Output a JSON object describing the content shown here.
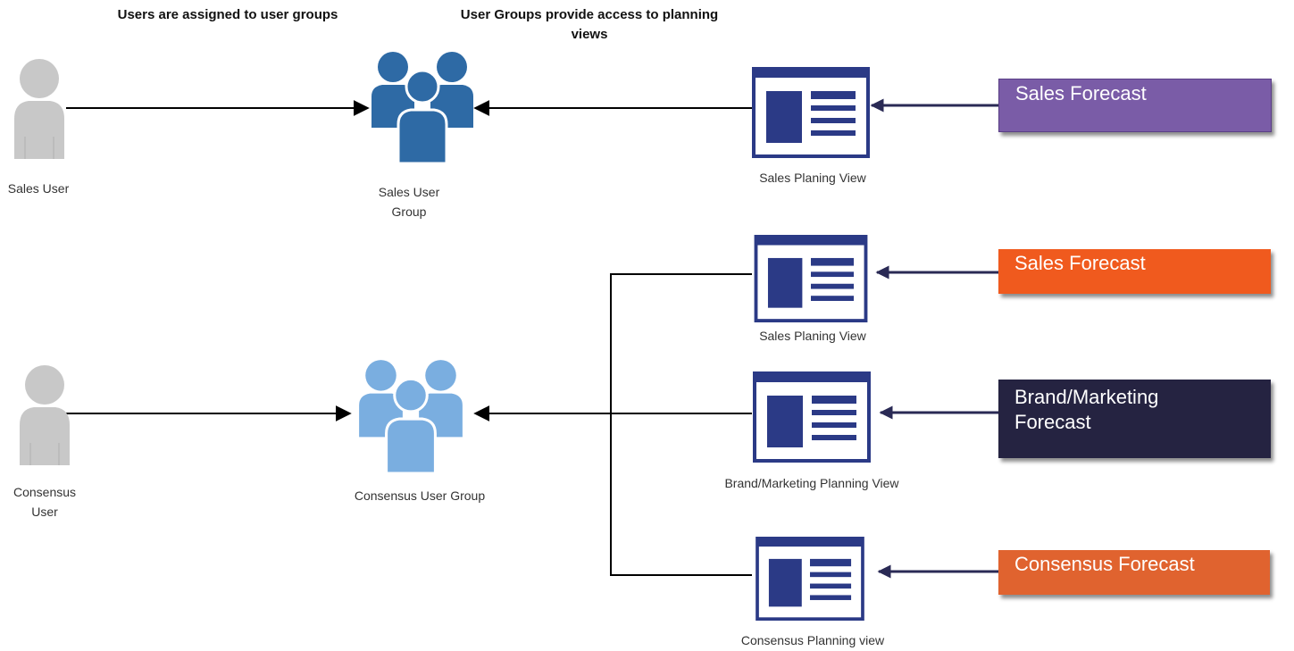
{
  "headings": {
    "left": "Users are assigned to user groups",
    "right": "User Groups provide access to planning views"
  },
  "users": [
    {
      "label": "Sales User",
      "icon": "person-icon"
    },
    {
      "label": "Consensus User",
      "icon": "person-icon"
    }
  ],
  "groups": [
    {
      "label": "Sales User Group",
      "icon": "user-group-icon",
      "color": "#2e6aa5"
    },
    {
      "label": "Consensus User Group",
      "icon": "user-group-icon",
      "color": "#7aaee0"
    }
  ],
  "views": [
    {
      "label": "Sales Planing View",
      "icon": "planning-view-icon"
    },
    {
      "label": "Sales Planing View",
      "icon": "planning-view-icon"
    },
    {
      "label": "Brand/Marketing Planning View",
      "icon": "planning-view-icon"
    },
    {
      "label": "Consensus Planning view",
      "icon": "planning-view-icon"
    }
  ],
  "forecasts": [
    {
      "label": "Sales Forecast",
      "color": "#7a5ca7"
    },
    {
      "label": "Sales Forecast",
      "color": "#f05a1e"
    },
    {
      "label": "Brand/Marketing Forecast",
      "color": "#252341"
    },
    {
      "label": "Consensus Forecast",
      "color": "#e0632f"
    }
  ],
  "colors": {
    "person": "#c8c8c8",
    "view": "#2b3a86",
    "arrow": "#000000",
    "forecast_arrow": "#2a2a55"
  }
}
